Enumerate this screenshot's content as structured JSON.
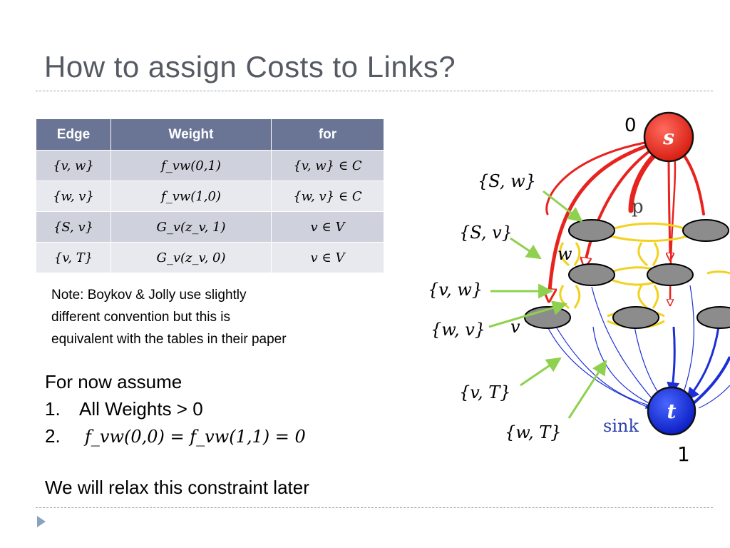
{
  "slide": {
    "title": "How to assign Costs to Links?"
  },
  "table": {
    "headers": [
      "Edge",
      "Weight",
      "for"
    ],
    "rows": [
      [
        "{v, w}",
        "f_vw(0,1)",
        "{v, w} ∈ C"
      ],
      [
        "{w, v}",
        "f_vw(1,0)",
        "{w, v} ∈ C"
      ],
      [
        "{S, v}",
        "G_v(z_v, 1)",
        "v ∈ V"
      ],
      [
        "{v, T}",
        "G_v(z_v, 0)",
        "v ∈ V"
      ]
    ]
  },
  "note": {
    "line1": "Note: Boykov & Jolly use slightly",
    "line2": "different convention but this is",
    "line3": "equivalent with the tables in their paper"
  },
  "assume": {
    "heading": "For now assume",
    "item1_num": "1.",
    "item1_text": "All Weights > 0",
    "item2_num": "2.",
    "item2_math": "f_vw(0,0) = f_vw(1,1) = 0",
    "footer": "We will relax this constraint later"
  },
  "diagram": {
    "source_value": "0",
    "sink_value": "1",
    "source_node": "s",
    "sink_node": "t",
    "sink_label": "sink",
    "pixel_label": "p",
    "node_w": "w",
    "node_v": "v",
    "labels": {
      "Sw": "{S, w}",
      "Sv": "{S, v}",
      "vw": "{v, w}",
      "wv": "{w, v}",
      "vT": "{v, T}",
      "wT": "{w, T}"
    },
    "colors": {
      "source": "#e8231f",
      "sink": "#1c2fd6",
      "nlink": "#f2d21e",
      "annotation_arrow": "#8fd14f",
      "node": "#8c8c8c"
    }
  }
}
